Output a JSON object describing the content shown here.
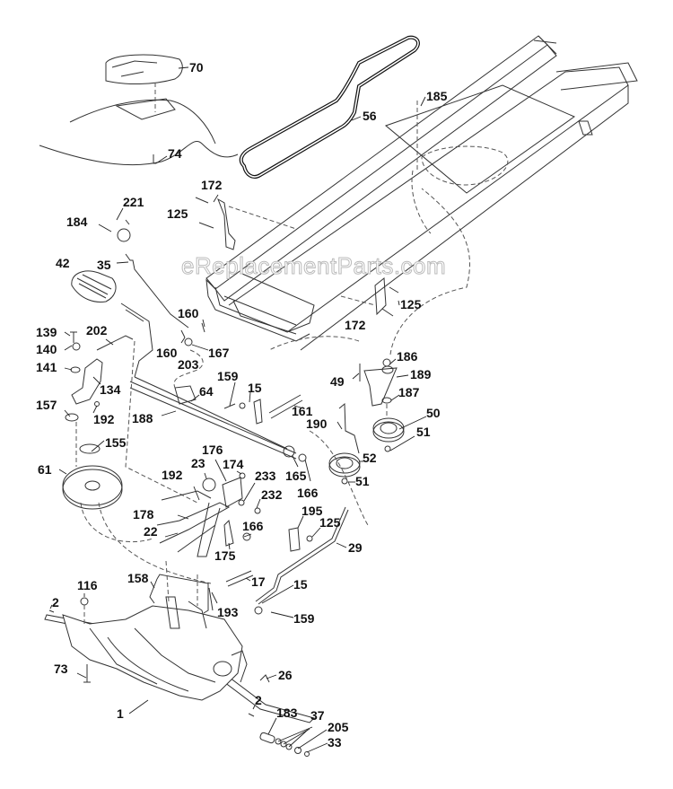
{
  "diagram": {
    "type": "exploded-parts-diagram",
    "subject": "Riding mower chassis, drive belt and transaxle assembly",
    "watermark": "eReplacementParts.com",
    "labels": [
      {
        "id": "70",
        "text": "70"
      },
      {
        "id": "74",
        "text": "74"
      },
      {
        "id": "56",
        "text": "56"
      },
      {
        "id": "185",
        "text": "185"
      },
      {
        "id": "172a",
        "text": "172"
      },
      {
        "id": "125a",
        "text": "125"
      },
      {
        "id": "221",
        "text": "221"
      },
      {
        "id": "184",
        "text": "184"
      },
      {
        "id": "35",
        "text": "35"
      },
      {
        "id": "42",
        "text": "42"
      },
      {
        "id": "125b",
        "text": "125"
      },
      {
        "id": "172b",
        "text": "172"
      },
      {
        "id": "160a",
        "text": "160"
      },
      {
        "id": "160b",
        "text": "160"
      },
      {
        "id": "167",
        "text": "167"
      },
      {
        "id": "203",
        "text": "203"
      },
      {
        "id": "139",
        "text": "139"
      },
      {
        "id": "202",
        "text": "202"
      },
      {
        "id": "140",
        "text": "140"
      },
      {
        "id": "141",
        "text": "141"
      },
      {
        "id": "134",
        "text": "134"
      },
      {
        "id": "157",
        "text": "157"
      },
      {
        "id": "192a",
        "text": "192"
      },
      {
        "id": "188",
        "text": "188"
      },
      {
        "id": "64",
        "text": "64"
      },
      {
        "id": "159a",
        "text": "159"
      },
      {
        "id": "15a",
        "text": "15"
      },
      {
        "id": "161",
        "text": "161"
      },
      {
        "id": "186",
        "text": "186"
      },
      {
        "id": "49",
        "text": "49"
      },
      {
        "id": "189",
        "text": "189"
      },
      {
        "id": "187",
        "text": "187"
      },
      {
        "id": "190",
        "text": "190"
      },
      {
        "id": "50",
        "text": "50"
      },
      {
        "id": "51a",
        "text": "51"
      },
      {
        "id": "52",
        "text": "52"
      },
      {
        "id": "51b",
        "text": "51"
      },
      {
        "id": "155",
        "text": "155"
      },
      {
        "id": "61",
        "text": "61"
      },
      {
        "id": "176",
        "text": "176"
      },
      {
        "id": "23",
        "text": "23"
      },
      {
        "id": "174",
        "text": "174"
      },
      {
        "id": "192b",
        "text": "192"
      },
      {
        "id": "233",
        "text": "233"
      },
      {
        "id": "165",
        "text": "165"
      },
      {
        "id": "232",
        "text": "232"
      },
      {
        "id": "166a",
        "text": "166"
      },
      {
        "id": "178",
        "text": "178"
      },
      {
        "id": "195",
        "text": "195"
      },
      {
        "id": "125c",
        "text": "125"
      },
      {
        "id": "22",
        "text": "22"
      },
      {
        "id": "166b",
        "text": "166"
      },
      {
        "id": "175",
        "text": "175"
      },
      {
        "id": "29",
        "text": "29"
      },
      {
        "id": "158",
        "text": "158"
      },
      {
        "id": "17",
        "text": "17"
      },
      {
        "id": "15b",
        "text": "15"
      },
      {
        "id": "116",
        "text": "116"
      },
      {
        "id": "2a",
        "text": "2"
      },
      {
        "id": "193",
        "text": "193"
      },
      {
        "id": "159b",
        "text": "159"
      },
      {
        "id": "73",
        "text": "73"
      },
      {
        "id": "26",
        "text": "26"
      },
      {
        "id": "2b",
        "text": "2"
      },
      {
        "id": "1",
        "text": "1"
      },
      {
        "id": "183",
        "text": "183"
      },
      {
        "id": "37",
        "text": "37"
      },
      {
        "id": "205",
        "text": "205"
      },
      {
        "id": "33",
        "text": "33"
      }
    ]
  }
}
